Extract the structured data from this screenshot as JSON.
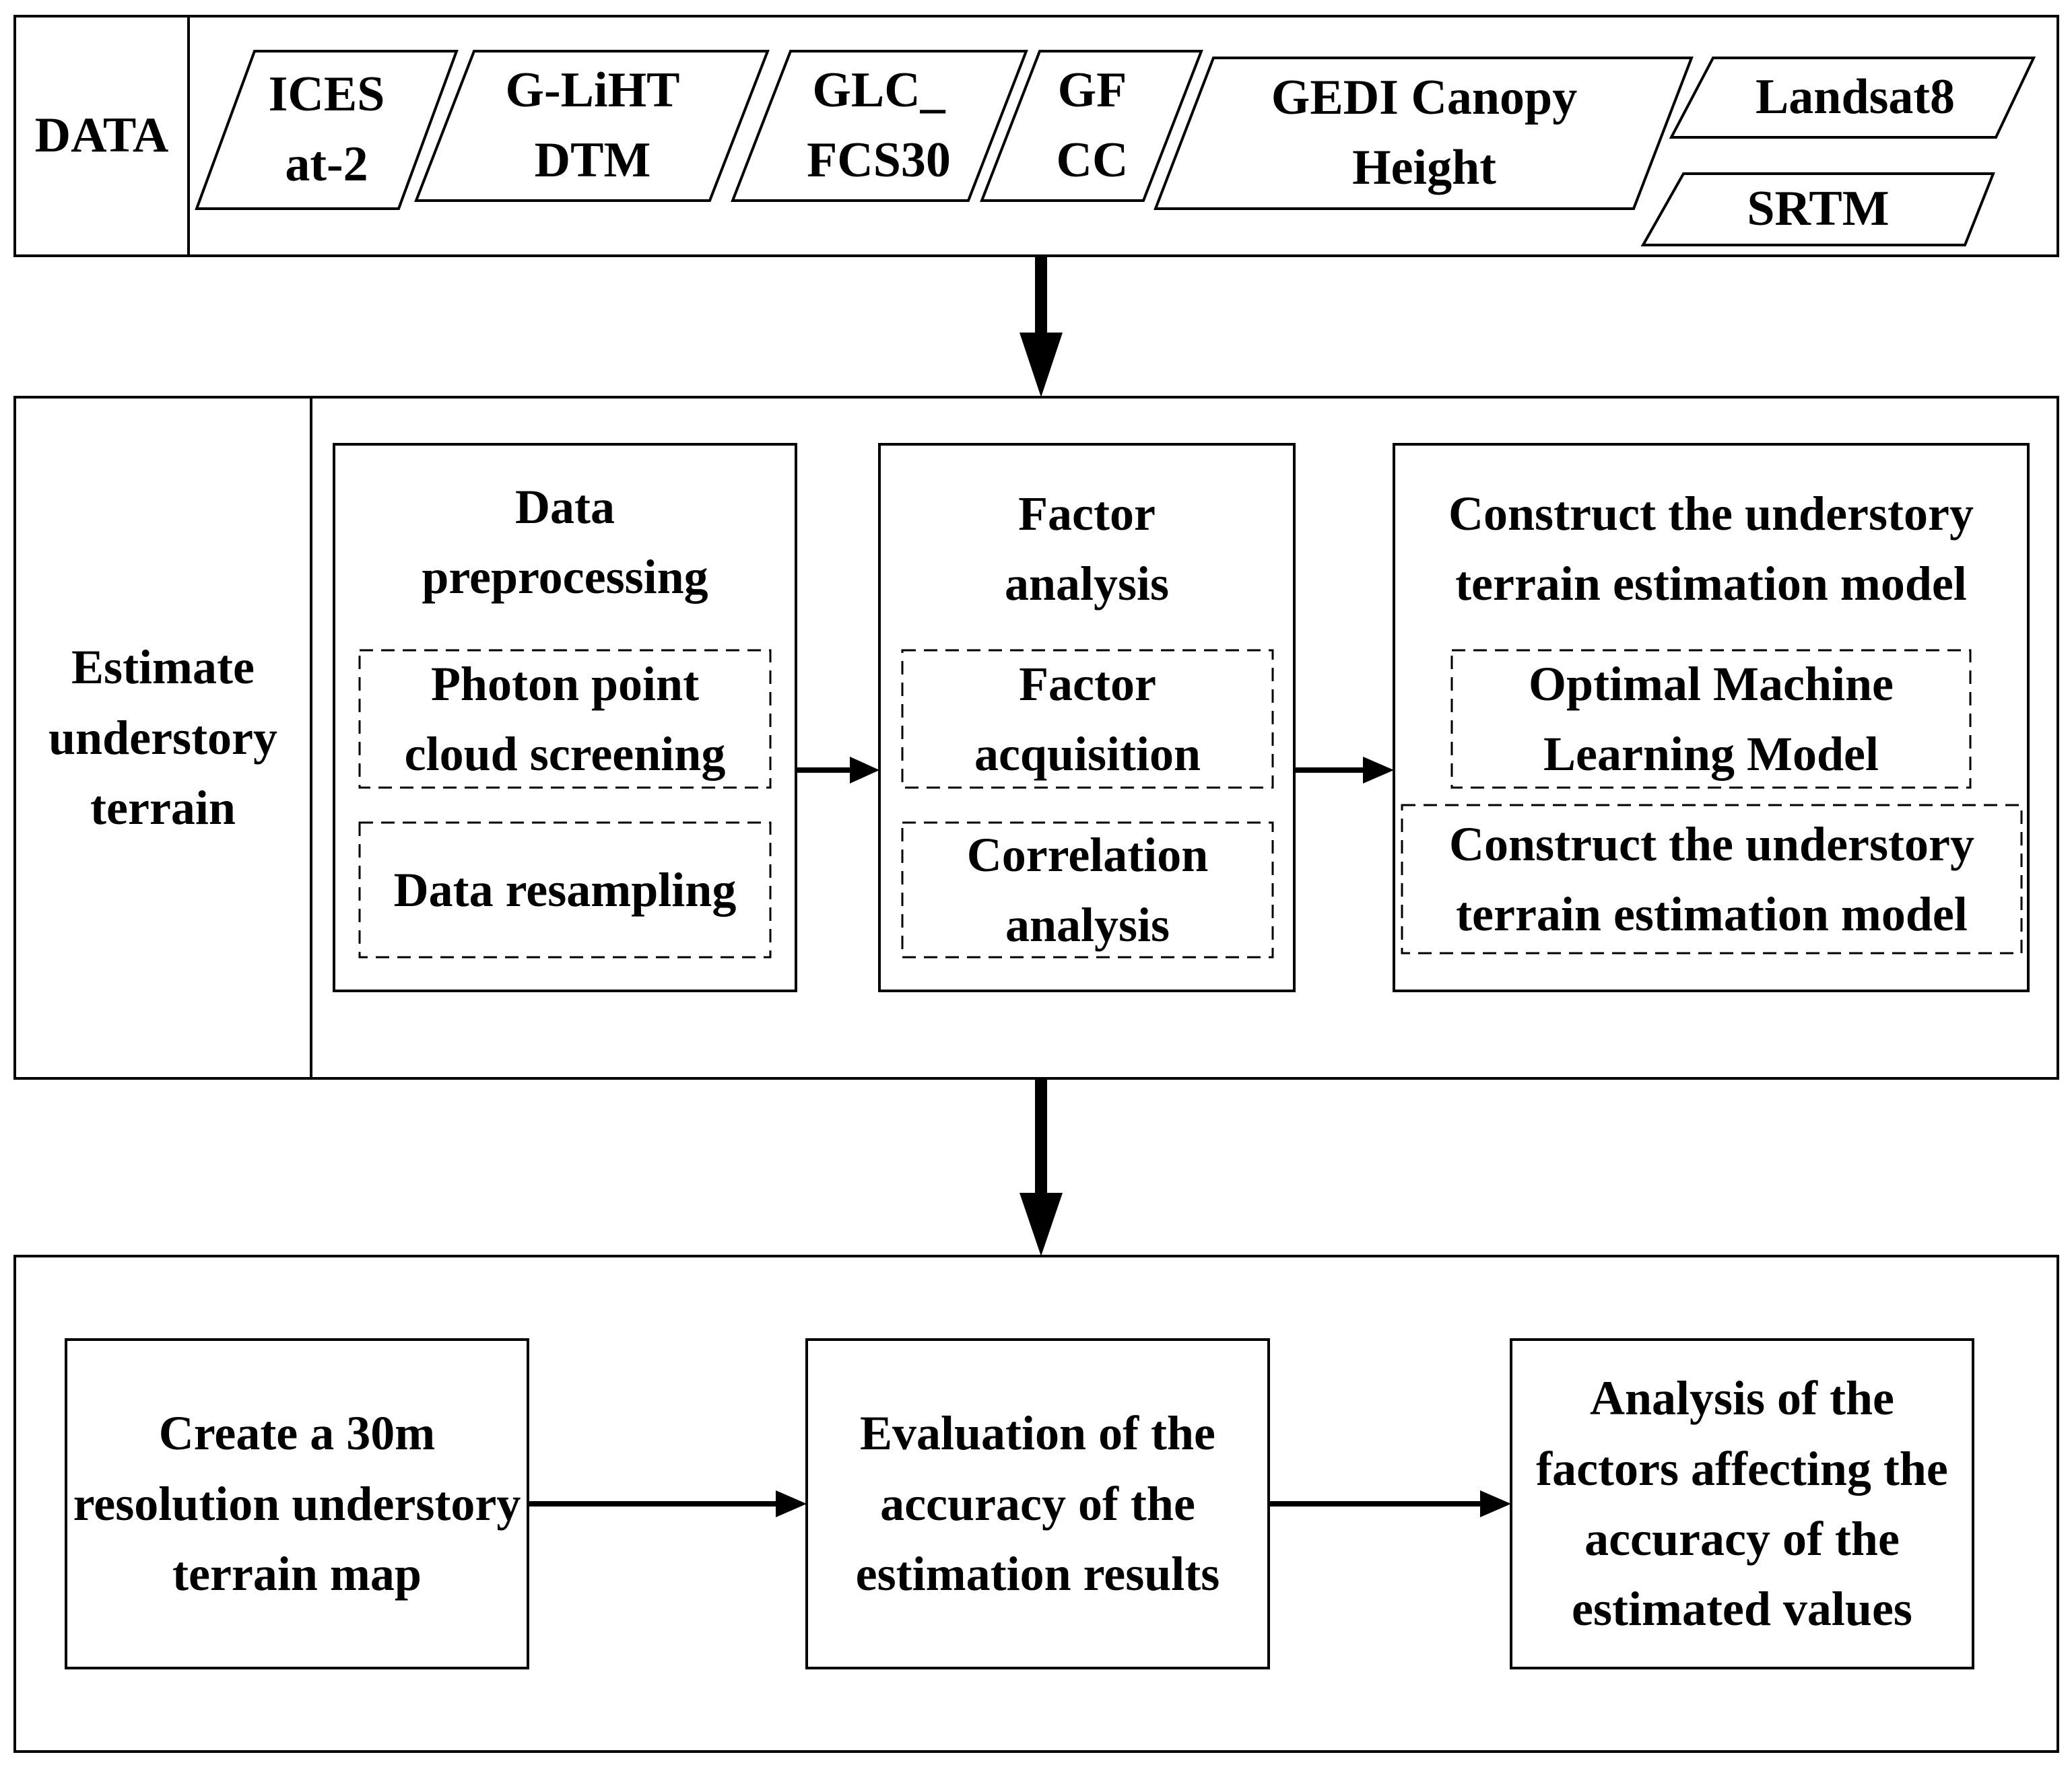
{
  "colors": {
    "stroke": "#000000",
    "background": "#ffffff",
    "text": "#000000"
  },
  "data_row": {
    "header": "DATA",
    "sources": [
      "ICES\nat-2",
      "G-LiHT\nDTM",
      "GLC_\nFCS30",
      "GF\nCC",
      "GEDI Canopy\nHeight",
      "Landsat8",
      "SRTM"
    ]
  },
  "estimate_row": {
    "header": "Estimate\nunderstory\nterrain",
    "preprocessing": {
      "title": "Data\npreprocessing",
      "steps": [
        "Photon point\ncloud screening",
        "Data resampling"
      ]
    },
    "factor": {
      "title": "Factor\nanalysis",
      "steps": [
        "Factor\nacquisition",
        "Correlation\nanalysis"
      ]
    },
    "model": {
      "title": "Construct the understory\nterrain estimation model",
      "steps": [
        "Optimal Machine\nLearning Model",
        "Construct the understory\nterrain estimation model"
      ]
    }
  },
  "results_row": {
    "steps": [
      "Create a 30m\nresolution understory\nterrain map",
      "Evaluation of the\naccuracy of the\nestimation results",
      "Analysis of the\nfactors affecting the\naccuracy of the\nestimated values"
    ]
  }
}
